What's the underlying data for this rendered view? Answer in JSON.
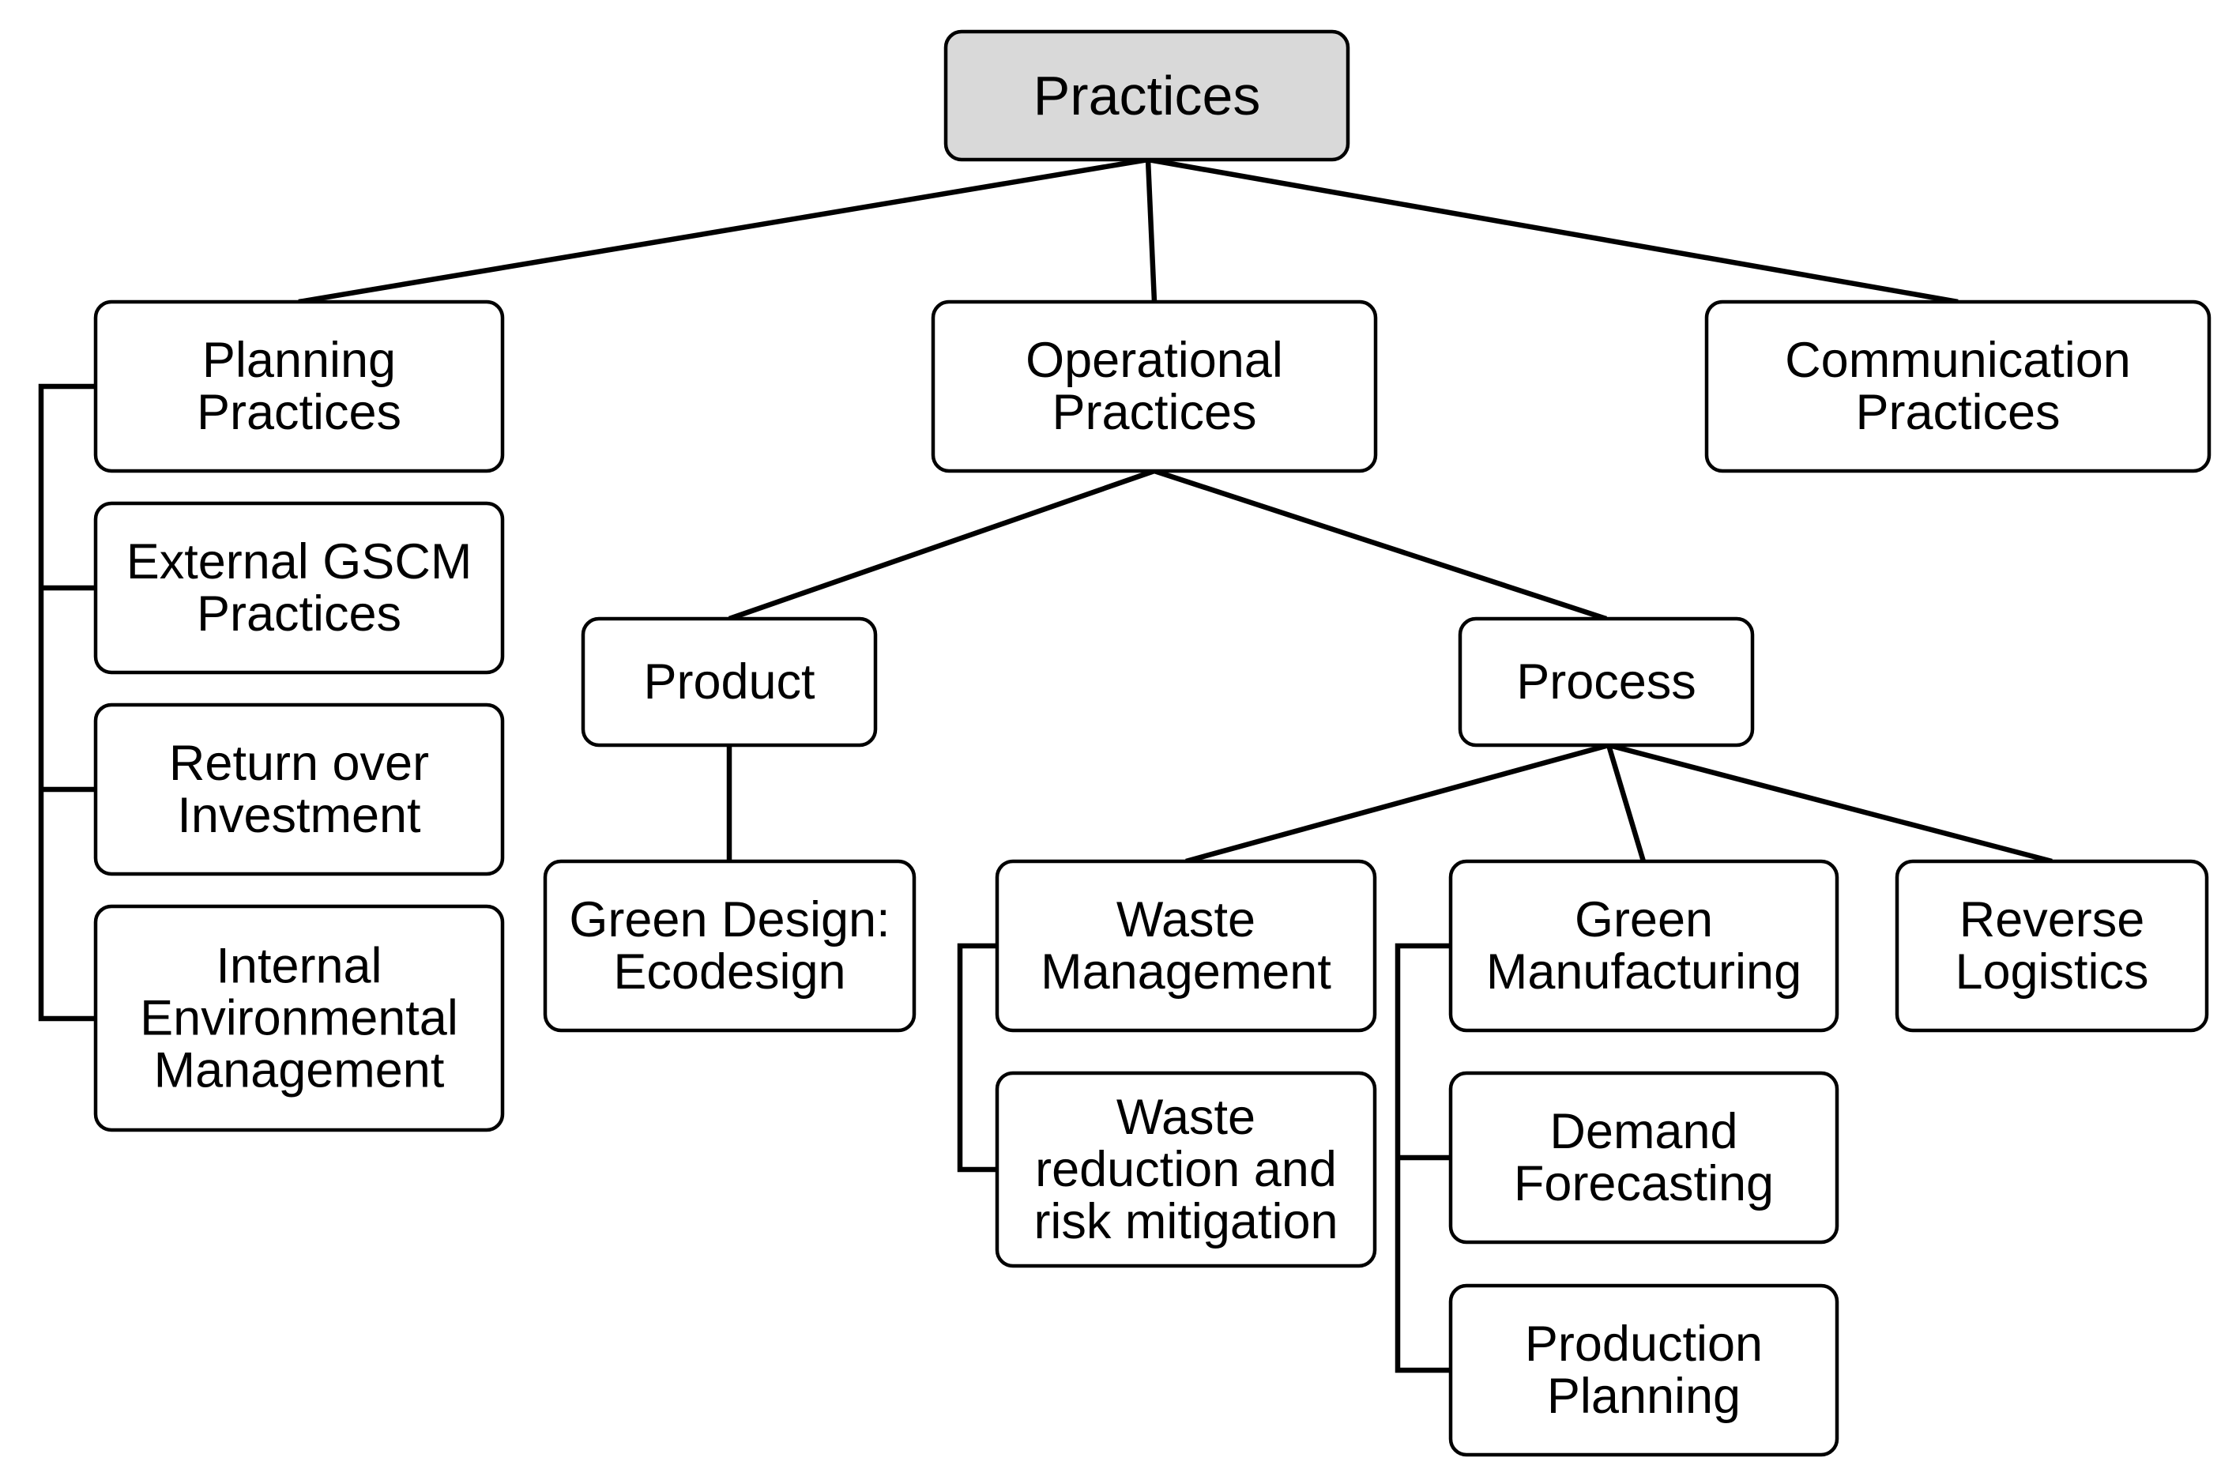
{
  "diagram": {
    "root": {
      "label": "Practices"
    },
    "planning": {
      "label": [
        "Planning",
        "Practices"
      ],
      "children": [
        {
          "label": [
            "External GSCM",
            "Practices"
          ]
        },
        {
          "label": [
            "Return over",
            "Investment"
          ]
        },
        {
          "label": [
            "Internal",
            "Environmental",
            "Management"
          ]
        }
      ]
    },
    "operational": {
      "label": [
        "Operational",
        "Practices"
      ],
      "product": {
        "label": [
          "Product"
        ],
        "child": {
          "label": [
            "Green Design:",
            "Ecodesign"
          ]
        }
      },
      "process": {
        "label": [
          "Process"
        ],
        "waste_management": {
          "label": [
            "Waste",
            "Management"
          ],
          "child": {
            "label": [
              "Waste",
              "reduction and",
              "risk mitigation"
            ]
          }
        },
        "green_manufacturing": {
          "label": [
            "Green",
            "Manufacturing"
          ],
          "children": [
            {
              "label": [
                "Demand",
                "Forecasting"
              ]
            },
            {
              "label": [
                "Production",
                "Planning"
              ]
            }
          ]
        },
        "reverse_logistics": {
          "label": [
            "Reverse",
            "Logistics"
          ]
        }
      }
    },
    "communication": {
      "label": [
        "Communication",
        "Practices"
      ]
    }
  }
}
